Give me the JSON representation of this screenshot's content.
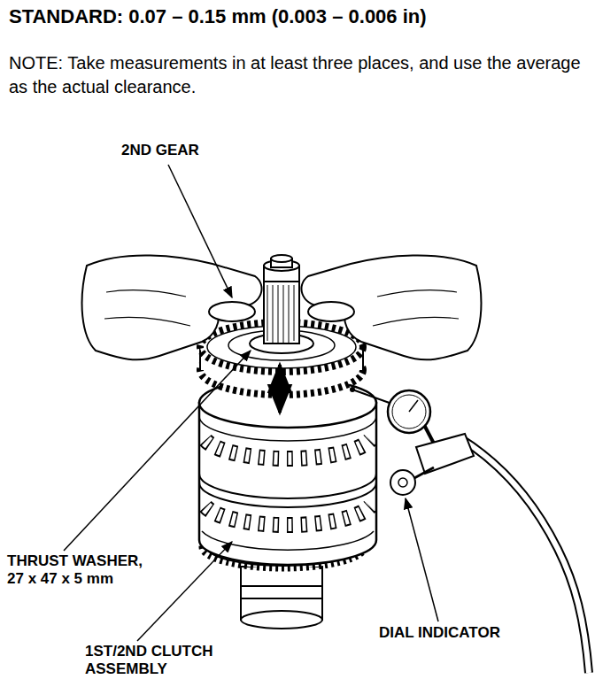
{
  "diagram": {
    "labels": [
      "STANDARD: 0.07 – 0.15 mm (0.003 – 0.006 in)",
      "NOTE: Take measurements in at least three places, and use the average as the actual clearance.",
      "2ND GEAR",
      "THRUST WASHER, 27 x 47 x 5 mm",
      "1ST/2ND CLUTCH ASSEMBLY",
      "DIAL INDICATOR"
    ]
  }
}
